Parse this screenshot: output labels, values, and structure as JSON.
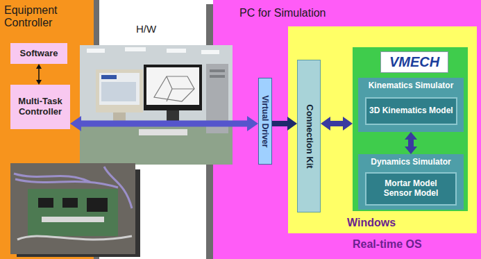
{
  "diagram": {
    "nodes": [
      {
        "text": [
          "Equipment Controller"
        ]
      },
      {
        "text": [
          "Software"
        ],
        "in": 0
      },
      {
        "text": [
          "Multi-Task Controller"
        ],
        "in": 0
      },
      {
        "text": [
          "PC for Simulation",
          "Real-time OS"
        ]
      },
      {
        "text": [
          "Virtual Driver"
        ],
        "in": 3
      },
      {
        "text": [
          "Windows"
        ],
        "in": 3
      },
      {
        "text": [
          "Connection Kit"
        ],
        "in": 5
      },
      {
        "text": [
          "VMECH"
        ],
        "in": 5
      },
      {
        "text": [
          "Kinematics Simulator"
        ],
        "in": 7
      },
      {
        "text": [
          "3D Kinematics Model"
        ],
        "in": 8
      },
      {
        "text": [
          "Dynamics Simulator"
        ],
        "in": 7
      },
      {
        "text": [
          "Mortar Model Sensor Model"
        ],
        "in": 10
      }
    ],
    "edges": [
      {
        "from": 1,
        "to": 2,
        "arrow": "both"
      },
      {
        "from": 2,
        "to": 4,
        "arrow": "both"
      },
      {
        "from": 4,
        "to": 6,
        "arrow": "to"
      },
      {
        "from": 6,
        "to": 7,
        "arrow": "both"
      },
      {
        "from": 8,
        "to": 10,
        "arrow": "both"
      }
    ],
    "labels": [
      "H/W"
    ]
  }
}
